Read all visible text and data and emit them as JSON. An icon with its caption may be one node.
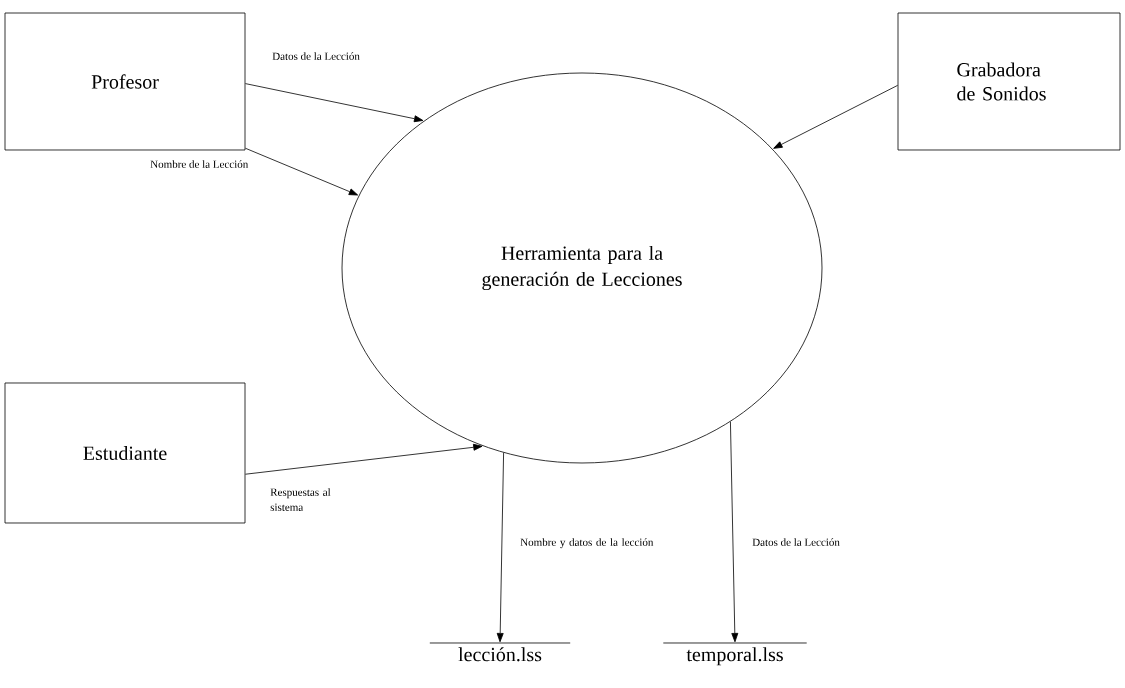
{
  "diagram": {
    "nodes": [
      {
        "text": [
          "Profesor"
        ]
      },
      {
        "text": [
          "Grabadora de Sonidos"
        ]
      },
      {
        "text": [
          "Herramienta para la generación de Lecciones"
        ]
      },
      {
        "text": [
          "Estudiante"
        ]
      },
      {
        "text": [
          "lección.lss"
        ]
      },
      {
        "text": [
          "temporal.lss"
        ]
      }
    ],
    "edges": [
      {
        "from": 0,
        "to": 2,
        "arrow": "to",
        "label": "Datos de la Lección"
      },
      {
        "from": 0,
        "to": 2,
        "arrow": "to",
        "label": "Nombre de la Lección"
      },
      {
        "from": 1,
        "to": 2,
        "arrow": "to"
      },
      {
        "from": 3,
        "to": 2,
        "arrow": "to",
        "label": "Respuestas al sistema"
      },
      {
        "from": 2,
        "to": 4,
        "arrow": "to",
        "label": "Nombre y datos de la lección"
      },
      {
        "from": 2,
        "to": 5,
        "arrow": "to",
        "label": "Datos de la Lección"
      }
    ]
  }
}
